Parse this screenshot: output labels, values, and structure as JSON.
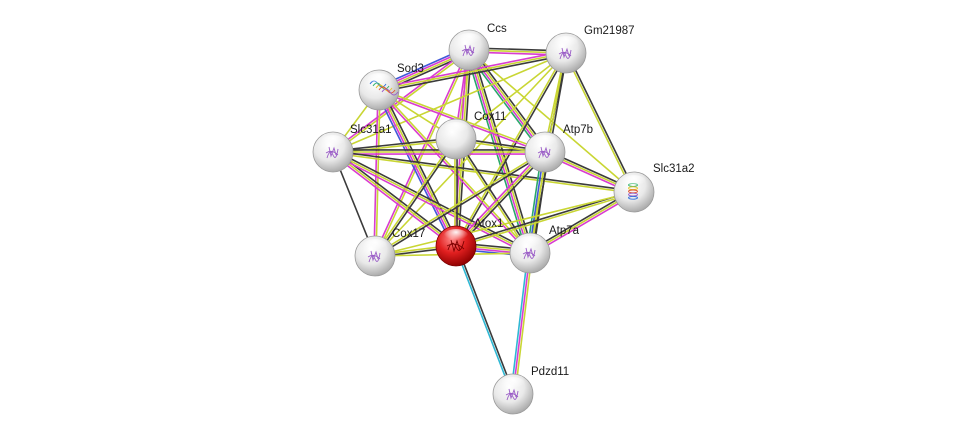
{
  "network": {
    "nodes": [
      {
        "id": "Ccs",
        "label": "Ccs",
        "query": false,
        "glyph": "purple"
      },
      {
        "id": "Gm21987",
        "label": "Gm21987",
        "query": false,
        "glyph": "purple"
      },
      {
        "id": "Sod3",
        "label": "Sod3",
        "query": false,
        "glyph": "rainbow"
      },
      {
        "id": "Slc31a1",
        "label": "Slc31a1",
        "query": false,
        "glyph": "purple"
      },
      {
        "id": "Cox11",
        "label": "Cox11",
        "query": false,
        "glyph": "none"
      },
      {
        "id": "Atp7b",
        "label": "Atp7b",
        "query": false,
        "glyph": "purple"
      },
      {
        "id": "Slc31a2",
        "label": "Slc31a2",
        "query": false,
        "glyph": "helix"
      },
      {
        "id": "Atox1",
        "label": "Atox1",
        "query": true,
        "glyph": "red"
      },
      {
        "id": "Cox17",
        "label": "Cox17",
        "query": false,
        "glyph": "purple"
      },
      {
        "id": "Atp7a",
        "label": "Atp7a",
        "query": false,
        "glyph": "purple"
      },
      {
        "id": "Pdzd11",
        "label": "Pdzd11",
        "query": false,
        "glyph": "purple"
      }
    ],
    "edges": [
      {
        "source": "Ccs",
        "target": "Sod3",
        "colors": [
          "#3b3b3b",
          "#c9d634",
          "#d93cd0",
          "#4158d8"
        ]
      },
      {
        "source": "Ccs",
        "target": "Gm21987",
        "colors": [
          "#3b3b3b",
          "#c9d634",
          "#d93cd0"
        ]
      },
      {
        "source": "Ccs",
        "target": "Slc31a1",
        "colors": [
          "#c9d634",
          "#d93cd0"
        ]
      },
      {
        "source": "Ccs",
        "target": "Cox11",
        "colors": [
          "#c9d634",
          "#d93cd0"
        ]
      },
      {
        "source": "Ccs",
        "target": "Atp7b",
        "colors": [
          "#3b3b3b",
          "#c9d634",
          "#d93cd0",
          "#2aa86a"
        ]
      },
      {
        "source": "Ccs",
        "target": "Atox1",
        "colors": [
          "#3b3b3b",
          "#c9d634",
          "#d93cd0"
        ]
      },
      {
        "source": "Ccs",
        "target": "Cox17",
        "colors": [
          "#c9d634",
          "#d93cd0"
        ]
      },
      {
        "source": "Ccs",
        "target": "Atp7a",
        "colors": [
          "#3b3b3b",
          "#c9d634",
          "#d93cd0",
          "#2aa86a"
        ]
      },
      {
        "source": "Ccs",
        "target": "Slc31a2",
        "colors": [
          "#c9d634"
        ]
      },
      {
        "source": "Gm21987",
        "target": "Sod3",
        "colors": [
          "#3b3b3b",
          "#c9d634",
          "#d93cd0"
        ]
      },
      {
        "source": "Gm21987",
        "target": "Slc31a1",
        "colors": [
          "#c9d634"
        ]
      },
      {
        "source": "Gm21987",
        "target": "Cox11",
        "colors": [
          "#c9d634"
        ]
      },
      {
        "source": "Gm21987",
        "target": "Atp7b",
        "colors": [
          "#3b3b3b",
          "#c9d634"
        ]
      },
      {
        "source": "Gm21987",
        "target": "Atox1",
        "colors": [
          "#3b3b3b",
          "#c9d634"
        ]
      },
      {
        "source": "Gm21987",
        "target": "Cox17",
        "colors": [
          "#c9d634"
        ]
      },
      {
        "source": "Gm21987",
        "target": "Atp7a",
        "colors": [
          "#3b3b3b",
          "#c9d634"
        ]
      },
      {
        "source": "Gm21987",
        "target": "Slc31a2",
        "colors": [
          "#3b3b3b",
          "#c9d634"
        ]
      },
      {
        "source": "Sod3",
        "target": "Slc31a1",
        "colors": [
          "#c9d634"
        ]
      },
      {
        "source": "Sod3",
        "target": "Cox11",
        "colors": [
          "#c9d634"
        ]
      },
      {
        "source": "Sod3",
        "target": "Atp7b",
        "colors": [
          "#c9d634",
          "#d93cd0"
        ]
      },
      {
        "source": "Sod3",
        "target": "Atox1",
        "colors": [
          "#3b3b3b",
          "#c9d634",
          "#d93cd0",
          "#4158d8"
        ]
      },
      {
        "source": "Sod3",
        "target": "Cox17",
        "colors": [
          "#c9d634",
          "#d93cd0"
        ]
      },
      {
        "source": "Sod3",
        "target": "Atp7a",
        "colors": [
          "#c9d634",
          "#d93cd0"
        ]
      },
      {
        "source": "Slc31a1",
        "target": "Cox11",
        "colors": [
          "#3b3b3b",
          "#c9d634"
        ]
      },
      {
        "source": "Slc31a1",
        "target": "Atp7b",
        "colors": [
          "#3b3b3b",
          "#c9d634",
          "#d93cd0"
        ]
      },
      {
        "source": "Slc31a1",
        "target": "Atox1",
        "colors": [
          "#3b3b3b",
          "#c9d634",
          "#d93cd0"
        ]
      },
      {
        "source": "Slc31a1",
        "target": "Cox17",
        "colors": [
          "#3b3b3b"
        ]
      },
      {
        "source": "Slc31a1",
        "target": "Atp7a",
        "colors": [
          "#3b3b3b",
          "#c9d634",
          "#d93cd0"
        ]
      },
      {
        "source": "Slc31a1",
        "target": "Slc31a2",
        "colors": [
          "#3b3b3b",
          "#c9d634"
        ]
      },
      {
        "source": "Cox11",
        "target": "Atp7b",
        "colors": [
          "#3b3b3b",
          "#c9d634"
        ]
      },
      {
        "source": "Cox11",
        "target": "Atox1",
        "colors": [
          "#3b3b3b",
          "#c9d634"
        ]
      },
      {
        "source": "Cox11",
        "target": "Cox17",
        "colors": [
          "#3b3b3b",
          "#c9d634"
        ]
      },
      {
        "source": "Cox11",
        "target": "Atp7a",
        "colors": [
          "#3b3b3b",
          "#c9d634"
        ]
      },
      {
        "source": "Atp7b",
        "target": "Atox1",
        "colors": [
          "#3b3b3b",
          "#c9d634",
          "#d93cd0"
        ]
      },
      {
        "source": "Atp7b",
        "target": "Cox17",
        "colors": [
          "#3b3b3b",
          "#c9d634"
        ]
      },
      {
        "source": "Atp7b",
        "target": "Atp7a",
        "colors": [
          "#3b3b3b",
          "#c9d634",
          "#4158d8",
          "#2aa86a"
        ]
      },
      {
        "source": "Atp7b",
        "target": "Slc31a2",
        "colors": [
          "#3b3b3b",
          "#c9d634",
          "#d93cd0"
        ]
      },
      {
        "source": "Atox1",
        "target": "Cox17",
        "colors": [
          "#3b3b3b",
          "#c9d634"
        ]
      },
      {
        "source": "Atox1",
        "target": "Atp7a",
        "colors": [
          "#3b3b3b",
          "#c9d634",
          "#d93cd0",
          "#4158d8"
        ]
      },
      {
        "source": "Atox1",
        "target": "Slc31a2",
        "colors": [
          "#3b3b3b",
          "#c9d634"
        ]
      },
      {
        "source": "Atox1",
        "target": "Pdzd11",
        "colors": [
          "#3b3b3b",
          "#2fb8d4"
        ]
      },
      {
        "source": "Cox17",
        "target": "Atp7a",
        "colors": [
          "#c9d634"
        ]
      },
      {
        "source": "Cox17",
        "target": "Slc31a2",
        "colors": [
          "#c9d634"
        ]
      },
      {
        "source": "Atp7a",
        "target": "Slc31a2",
        "colors": [
          "#3b3b3b",
          "#c9d634",
          "#d93cd0"
        ]
      },
      {
        "source": "Atp7a",
        "target": "Pdzd11",
        "colors": [
          "#c9d634",
          "#d93cd0",
          "#2fb8d4"
        ]
      }
    ]
  },
  "colors": {
    "node_fill": "#e6e6e6",
    "query_node_fill": "#d11f1f",
    "glyph_purple": "#9b5ec7",
    "glyph_red": "#7d0000"
  }
}
